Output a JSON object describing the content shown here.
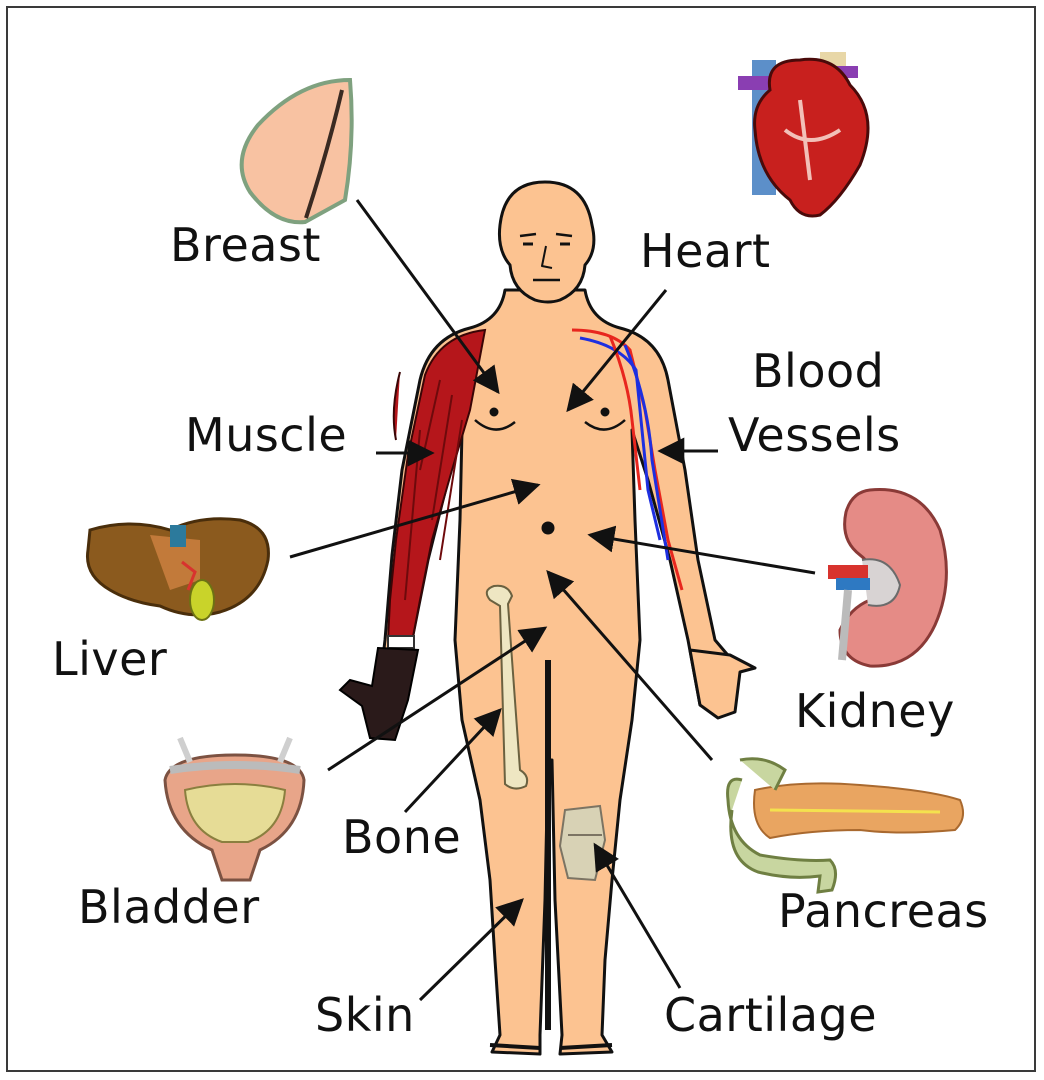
{
  "labels": {
    "breast": "Breast",
    "heart": "Heart",
    "blood_vessels_1": "Blood",
    "blood_vessels_2": "Vessels",
    "muscle": "Muscle",
    "liver": "Liver",
    "kidney": "Kidney",
    "bone": "Bone",
    "bladder": "Bladder",
    "pancreas": "Pancreas",
    "skin": "Skin",
    "cartilage": "Cartilage"
  },
  "colors": {
    "skin": "#FCC391",
    "outline": "#111111",
    "muscle": "#B5161B",
    "artery": "#E8261E",
    "vein": "#1E2FE0",
    "heart": "#C8201E",
    "liver": "#8B5A1E",
    "kidney": "#E58B86",
    "pancreas": "#E9A561",
    "bladder": "#D9CF90",
    "bone": "#EEE6C2"
  }
}
